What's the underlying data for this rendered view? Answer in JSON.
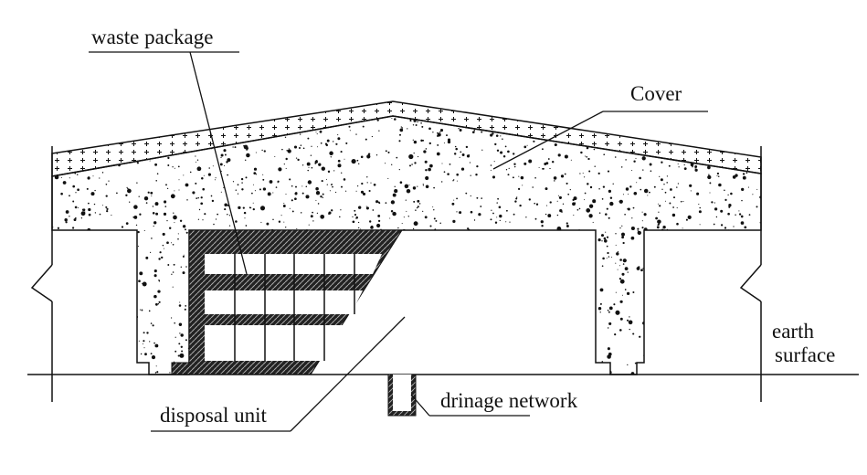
{
  "labels": {
    "waste_package": "waste package",
    "cover": "Cover",
    "earth": "earth",
    "surface": "surface",
    "disposal_unit": "disposal unit",
    "drainage_network": "drinage network"
  },
  "colors": {
    "ink": "#111111",
    "background": "#ffffff"
  }
}
